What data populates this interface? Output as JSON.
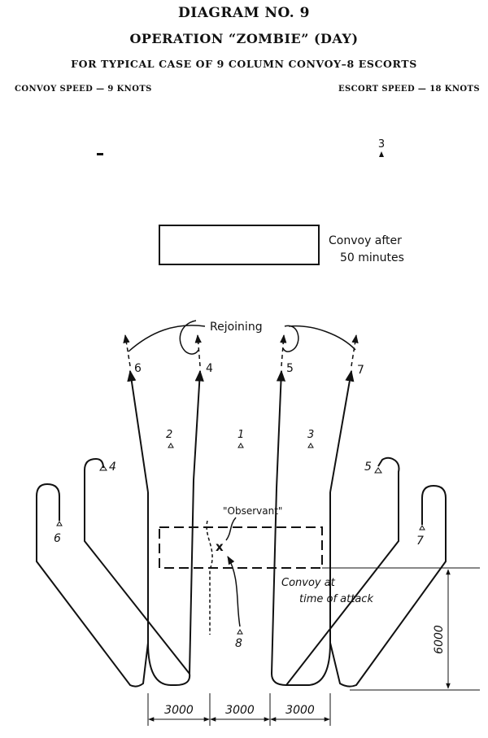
{
  "header": {
    "title": "DIAGRAM NO. 9",
    "subtitle": "OPERATION “ZOMBIE” (DAY)",
    "caption": "FOR TYPICAL CASE OF 9 COLUMN CONVOY–8 ESCORTS",
    "convoy_speed": "CONVOY SPEED — 9 KNOTS",
    "escort_speed": "ESCORT SPEED — 18 KNOTS"
  },
  "diagram": {
    "convoy_after_line1": "Convoy after",
    "convoy_after_line2": "50 minutes",
    "rejoining": "Rejoining",
    "observant": "\"Observant\"",
    "attack_marker": "x",
    "convoy_attack_line1": "Convoy at",
    "convoy_attack_line2": "time of attack",
    "escorts": {
      "e1": "1",
      "e2": "2",
      "e3": "3",
      "e4": "4",
      "e5": "5",
      "e6": "6",
      "e7": "7",
      "e8": "8",
      "top3": "3",
      "arrow4": "4",
      "arrow5": "5",
      "arrow6": "6",
      "arrow7": "7"
    },
    "dimensions": {
      "d1": "3000",
      "d2": "3000",
      "d3": "3000",
      "vertical": "6000"
    }
  }
}
